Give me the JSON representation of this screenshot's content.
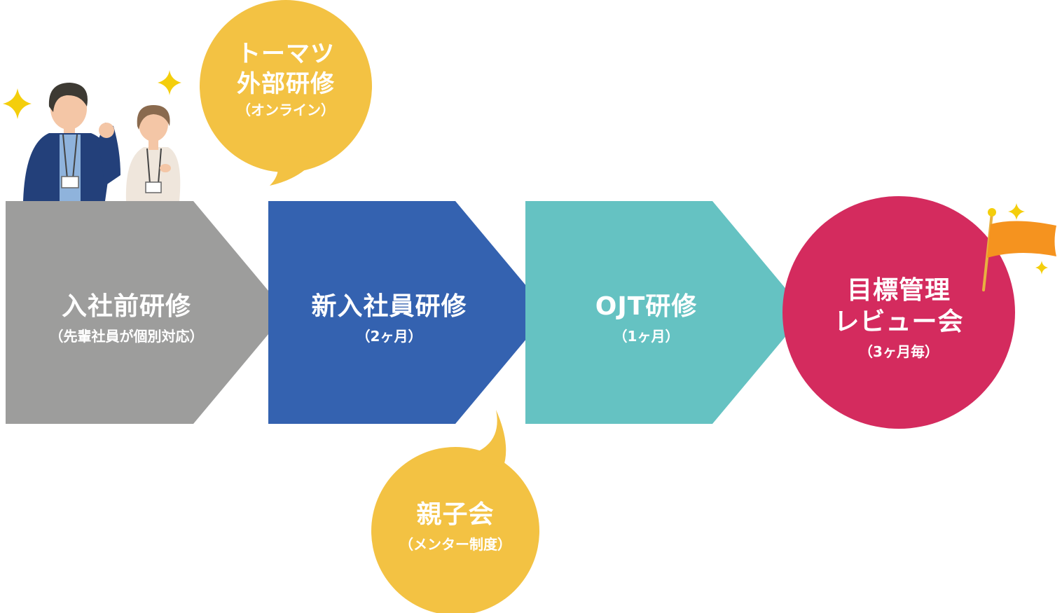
{
  "colors": {
    "gray": "#9d9d9c",
    "blue": "#3462b0",
    "teal": "#65c2c2",
    "magenta": "#d42b5e",
    "yellow": "#f3c243",
    "flag": "#f5931f",
    "sparkle": "#f4ce0c"
  },
  "steps": [
    {
      "title": "入社前研修",
      "sub": "（先輩社員が個別対応）"
    },
    {
      "title": "新入社員研修",
      "sub": "（2ヶ月）"
    },
    {
      "title": "OJT研修",
      "sub": "（1ヶ月）"
    },
    {
      "title_line1": "目標管理",
      "title_line2": "レビュー会",
      "sub": "（3ヶ月毎）"
    }
  ],
  "bubbles": {
    "top": {
      "line1": "トーマツ",
      "line2": "外部研修",
      "sub": "（オンライン）"
    },
    "bottom": {
      "title": "親子会",
      "sub": "（メンター制度）"
    }
  }
}
